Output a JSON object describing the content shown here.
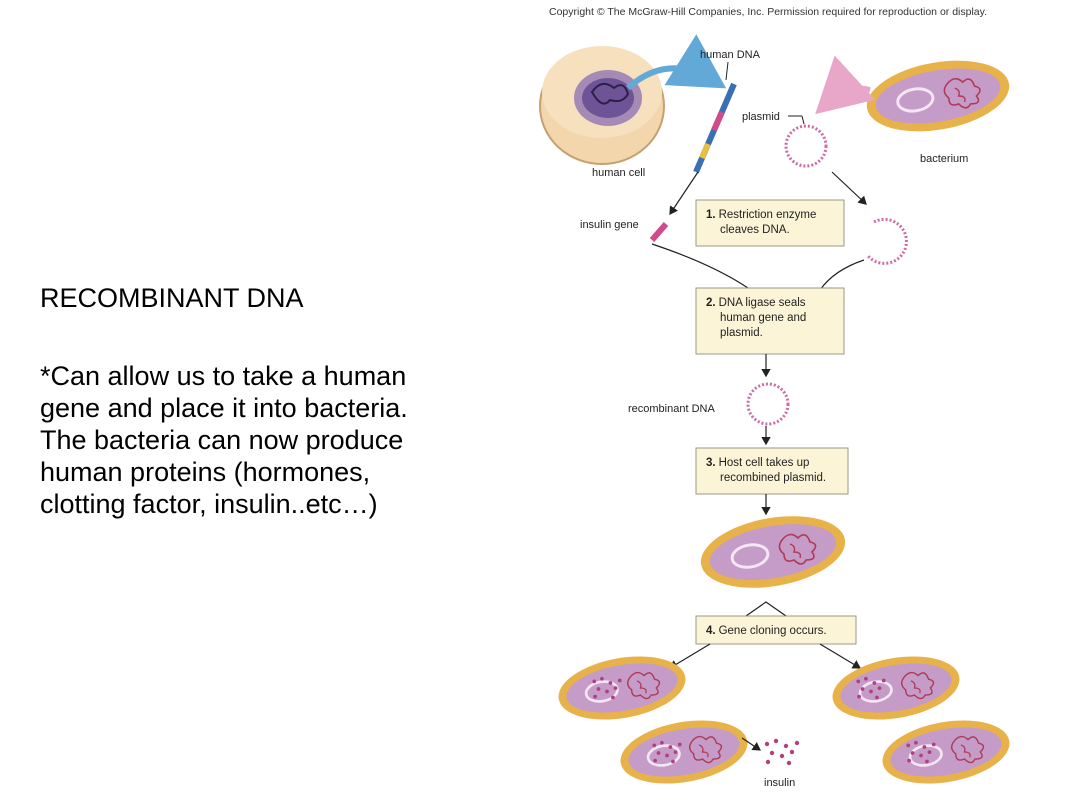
{
  "slide": {
    "title": "RECOMBINANT DNA",
    "body_lines": [
      "*Can allow us to take a human",
      "gene and place it into bacteria.",
      "The bacteria can now produce",
      "human proteins (hormones,",
      "clotting factor, insulin..etc…)"
    ]
  },
  "figure": {
    "copyright": "Copyright © The McGraw-Hill Companies, Inc. Permission required for reproduction or display.",
    "labels": {
      "human_dna": "human DNA",
      "human_cell": "human cell",
      "plasmid": "plasmid",
      "bacterium": "bacterium",
      "insulin_gene": "insulin gene",
      "recombinant_dna": "recombinant DNA",
      "insulin": "insulin"
    },
    "steps": [
      {
        "number": "1.",
        "lines": [
          "Restriction enzyme",
          "cleaves DNA."
        ]
      },
      {
        "number": "2.",
        "lines": [
          "DNA ligase seals",
          "human gene and",
          "plasmid."
        ]
      },
      {
        "number": "3.",
        "lines": [
          "Host cell takes up",
          "recombined plasmid."
        ]
      },
      {
        "number": "4.",
        "lines": [
          "Gene cloning occurs."
        ]
      }
    ],
    "colors": {
      "step_box_fill": "#fbf4d7",
      "step_box_border": "#9a9a8a",
      "bacterium_outer": "#e8b24a",
      "bacterium_inner": "#c59bc7",
      "plasmid": "#d06aa5",
      "insulin_dots": "#b0407e",
      "human_cell": "#f3d6ab",
      "nucleus": "#7a5aa0"
    }
  }
}
